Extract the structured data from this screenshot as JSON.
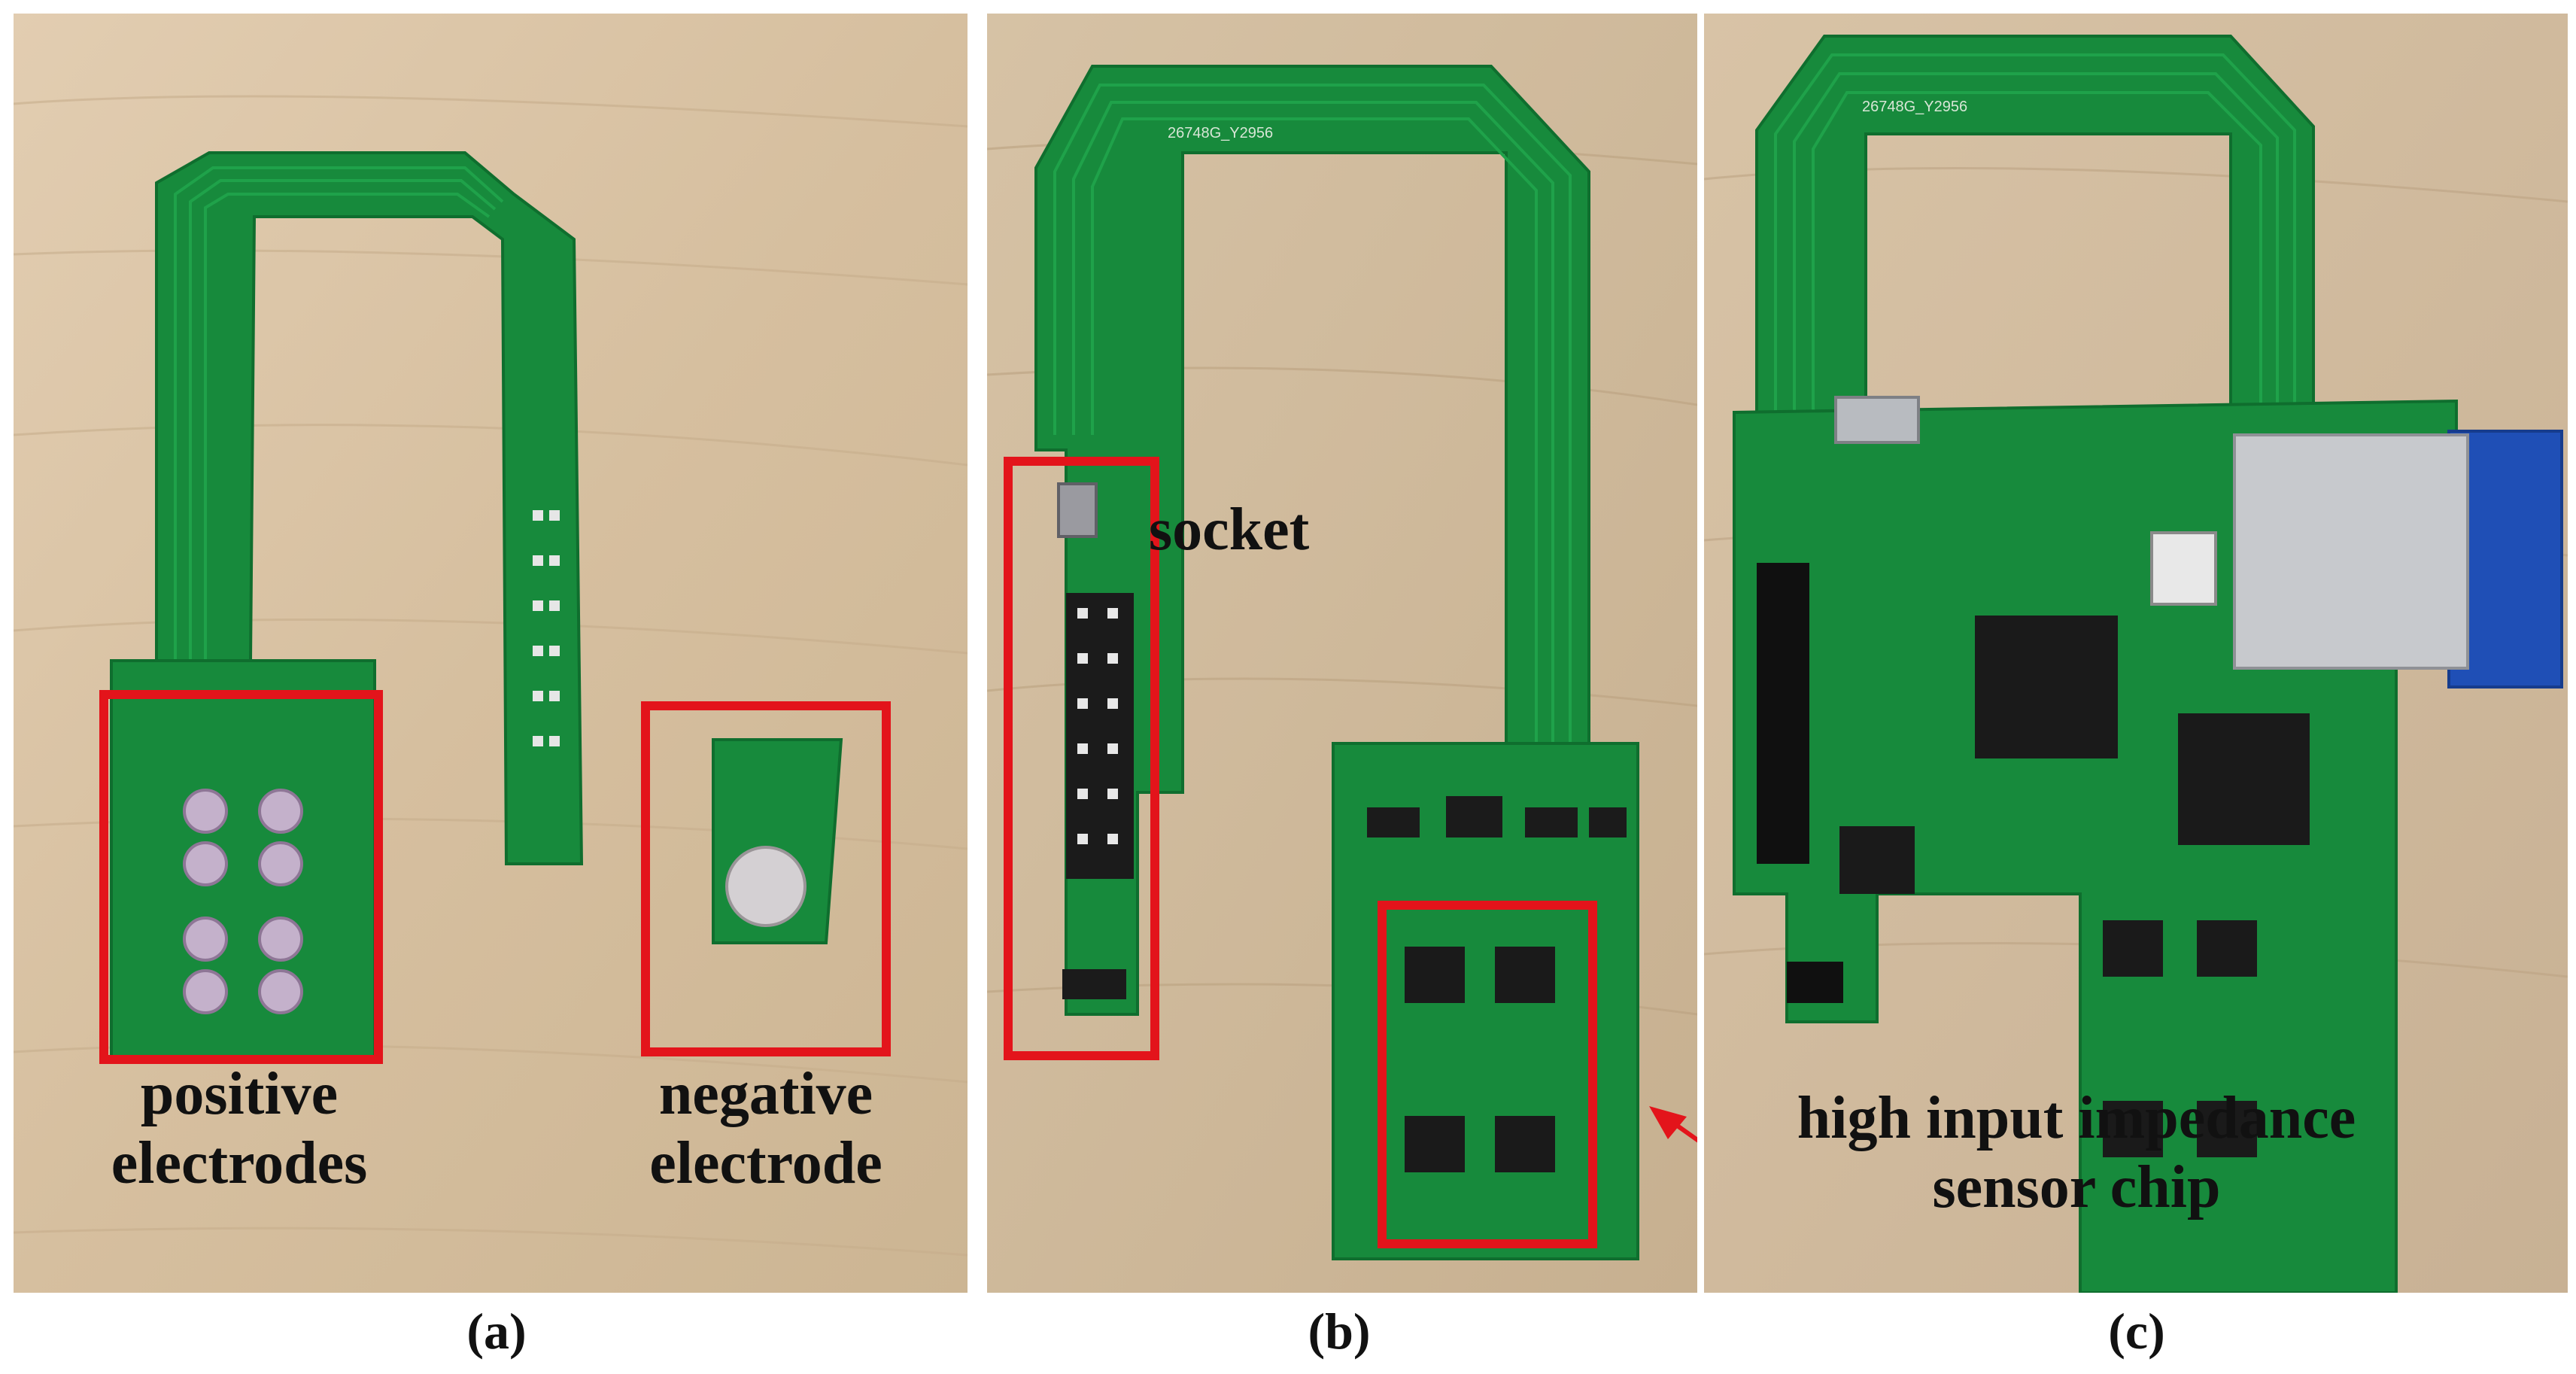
{
  "panels": {
    "a": {
      "caption": "(a)",
      "label_positive_line1": "positive",
      "label_positive_line2": "electrodes",
      "label_negative_line1": "negative",
      "label_negative_line2": "electrode"
    },
    "b": {
      "caption": "(b)",
      "label_socket": "socket",
      "label_chip_line1": "high input impedance",
      "label_chip_line2": "sensor chip",
      "pcb_text": "26748G_Y2956"
    },
    "c": {
      "caption": "(c)",
      "pcb_text": "26748G_Y2956"
    }
  },
  "colors": {
    "highlight_box": "#e3141b",
    "pcb_green": "#14883a",
    "wood": "#d8c3a6",
    "arrow": "#e3141b"
  }
}
